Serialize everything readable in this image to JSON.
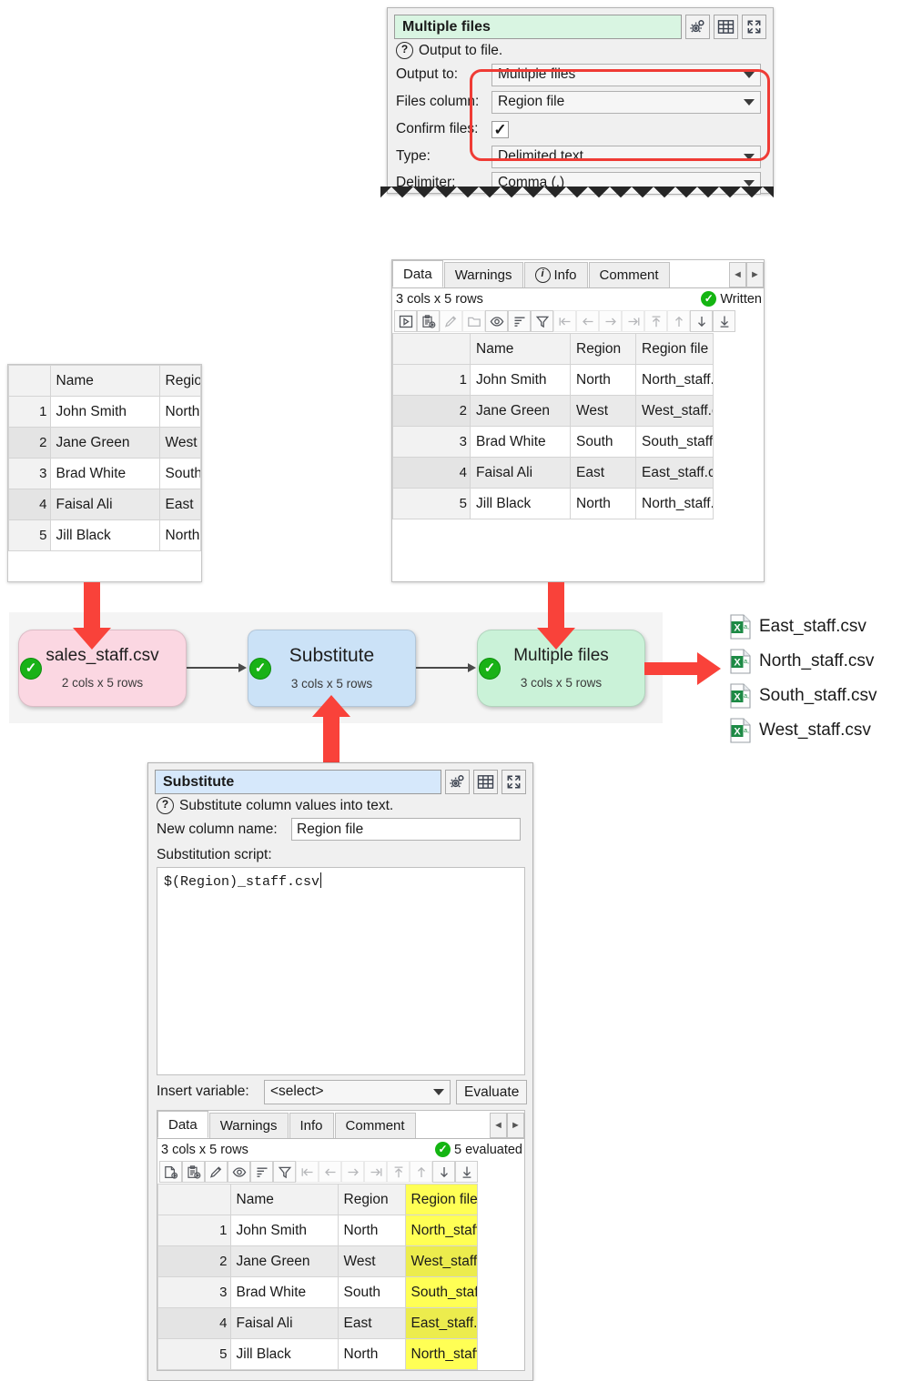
{
  "top_panel": {
    "title": "Multiple files",
    "description": "Output to file.",
    "fields": [
      {
        "label": "Output to:",
        "value": "Multiple files",
        "type": "combo"
      },
      {
        "label": "Files column:",
        "value": "Region file",
        "type": "combo"
      },
      {
        "label": "Confirm files:",
        "value": "✓",
        "type": "checkbox"
      },
      {
        "label": "Type:",
        "value": "Delimited text",
        "type": "combo"
      }
    ],
    "torn_label": "Delimiter:",
    "torn_value": "Comma (,)",
    "highlight_color": "#ef3b35",
    "buttons": [
      "gear-icon",
      "table-icon",
      "expand-icon"
    ]
  },
  "output_panel": {
    "tabs": [
      {
        "label": "Data",
        "active": true
      },
      {
        "label": "Warnings",
        "active": false
      },
      {
        "label": "Info",
        "active": false,
        "icon": "info-icon"
      },
      {
        "label": "Comment",
        "active": false
      }
    ],
    "nav": [
      "◄",
      "►"
    ],
    "status": "3 cols x 5 rows",
    "status_right": "Written",
    "toolbar_icons": [
      "run-icon",
      "paste-icon",
      "edit-icon",
      "folder-icon",
      "eye-icon",
      "sort-icon",
      "filter-icon",
      "first-col-icon",
      "prev-col-icon",
      "next-col-icon",
      "last-col-icon",
      "first-row-icon",
      "prev-row-icon",
      "next-row-icon",
      "last-row-icon"
    ],
    "columns": [
      "Name",
      "Region",
      "Region file"
    ],
    "rows": [
      {
        "n": "1",
        "cells": [
          "John Smith",
          "North",
          "North_staff.csv"
        ]
      },
      {
        "n": "2",
        "cells": [
          "Jane Green",
          "West",
          "West_staff.csv"
        ]
      },
      {
        "n": "3",
        "cells": [
          "Brad White",
          "South",
          "South_staff.csv"
        ]
      },
      {
        "n": "4",
        "cells": [
          "Faisal Ali",
          "East",
          "East_staff.csv"
        ]
      },
      {
        "n": "5",
        "cells": [
          "Jill Black",
          "North",
          "North_staff.csv"
        ]
      }
    ]
  },
  "source_table": {
    "columns": [
      "Name",
      "Region"
    ],
    "rows": [
      {
        "n": "1",
        "cells": [
          "John Smith",
          "North"
        ]
      },
      {
        "n": "2",
        "cells": [
          "Jane Green",
          "West"
        ]
      },
      {
        "n": "3",
        "cells": [
          "Brad White",
          "South"
        ]
      },
      {
        "n": "4",
        "cells": [
          "Faisal Ali",
          "East"
        ]
      },
      {
        "n": "5",
        "cells": [
          "Jill Black",
          "North"
        ]
      }
    ]
  },
  "flow": {
    "nodes": [
      {
        "name": "sales_staff.csv",
        "sub": "2 cols x 5 rows",
        "color": "#fbd7e2",
        "status": "ok"
      },
      {
        "name": "Substitute",
        "sub": "3 cols x 5 rows",
        "color": "#cbe2f7",
        "status": "ok"
      },
      {
        "name": "Multiple files",
        "sub": "3 cols x 5 rows",
        "color": "#caf2d8",
        "status": "ok"
      }
    ],
    "arrow_color": "#f9423a"
  },
  "files": [
    {
      "name": "East_staff.csv",
      "icon": "excel-csv-icon"
    },
    {
      "name": "North_staff.csv",
      "icon": "excel-csv-icon"
    },
    {
      "name": "South_staff.csv",
      "icon": "excel-csv-icon"
    },
    {
      "name": "West_staff.csv",
      "icon": "excel-csv-icon"
    }
  ],
  "bottom_panel": {
    "title": "Substitute",
    "description": "Substitute column values into text.",
    "new_column_label": "New column name:",
    "new_column_value": "Region file",
    "script_label": "Substitution script:",
    "script_value": "$(Region)_staff.csv",
    "insert_variable_label": "Insert variable:",
    "insert_variable_value": "<select>",
    "evaluate_label": "Evaluate",
    "buttons": [
      "gear-icon",
      "table-icon",
      "expand-icon"
    ],
    "tabs": [
      {
        "label": "Data",
        "active": true
      },
      {
        "label": "Warnings",
        "active": false
      },
      {
        "label": "Info",
        "active": false
      },
      {
        "label": "Comment",
        "active": false
      }
    ],
    "nav": [
      "◄",
      "►"
    ],
    "status": "3 cols x 5 rows",
    "status_right": "5 evaluated",
    "toolbar_icons": [
      "new-file-icon",
      "paste-icon",
      "edit-icon",
      "eye-icon",
      "sort-icon",
      "filter-icon",
      "first-col-icon",
      "prev-col-icon",
      "next-col-icon",
      "last-col-icon",
      "first-row-icon",
      "prev-row-icon",
      "next-row-icon",
      "last-row-icon"
    ],
    "columns": [
      "Name",
      "Region",
      "Region file"
    ],
    "highlight_column_index": 2,
    "highlight_color": "#ffff55",
    "rows": [
      {
        "n": "1",
        "cells": [
          "John Smith",
          "North",
          "North_staff.csv"
        ]
      },
      {
        "n": "2",
        "cells": [
          "Jane Green",
          "West",
          "West_staff.csv"
        ]
      },
      {
        "n": "3",
        "cells": [
          "Brad White",
          "South",
          "South_staff.csv"
        ]
      },
      {
        "n": "4",
        "cells": [
          "Faisal Ali",
          "East",
          "East_staff.csv"
        ]
      },
      {
        "n": "5",
        "cells": [
          "Jill Black",
          "North",
          "North_staff.csv"
        ]
      }
    ]
  }
}
